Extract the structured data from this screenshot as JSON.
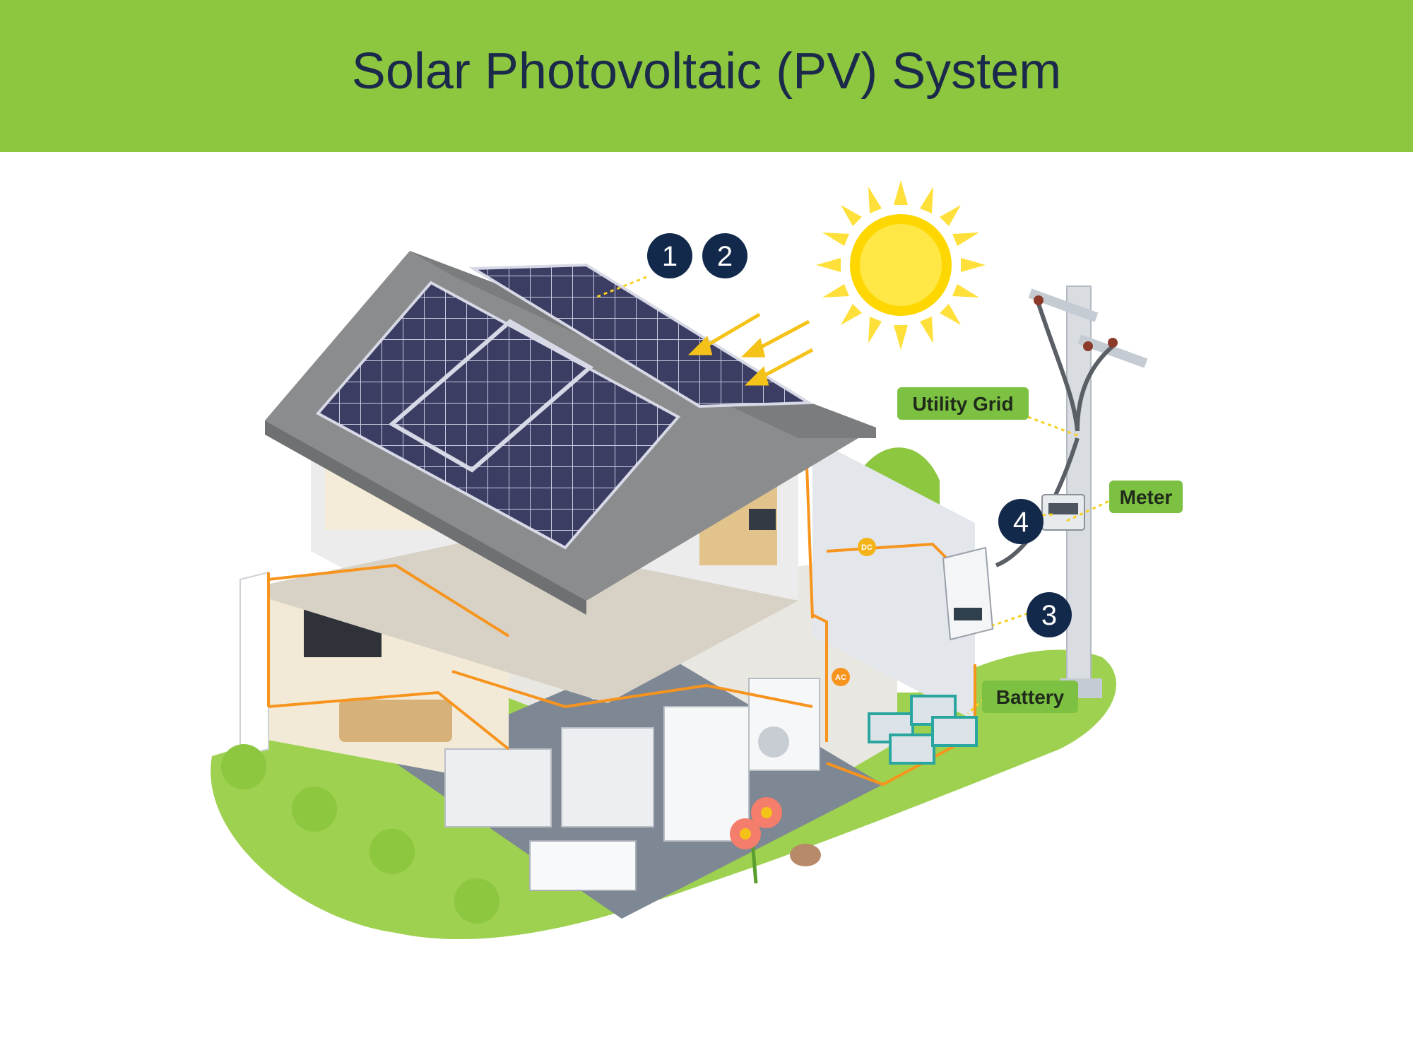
{
  "title": "Solar Photovoltaic (PV) System",
  "colors": {
    "banner": "#8dc63f",
    "title_text": "#1b2a4a",
    "badge": "#13294b",
    "label_bg": "#7cc142",
    "sun": "#ffd700",
    "wire": "#f7941d",
    "leader": "#f5d020",
    "grass": "#9ed14f",
    "panel": "#3b3d63",
    "roof": "#8a8c8e"
  },
  "markers": {
    "panel_1": "1",
    "panel_2": "2",
    "inverter": "3",
    "meter": "4"
  },
  "labels": {
    "utility_grid": "Utility Grid",
    "meter": "Meter",
    "battery": "Battery"
  },
  "wire_tags": {
    "dc": "DC",
    "ac": "AC"
  },
  "icons": [
    "sun-icon",
    "solar-panel-icon",
    "utility-pole-icon",
    "meter-icon",
    "inverter-icon",
    "battery-icon",
    "flower-icon",
    "shrub-icon"
  ]
}
